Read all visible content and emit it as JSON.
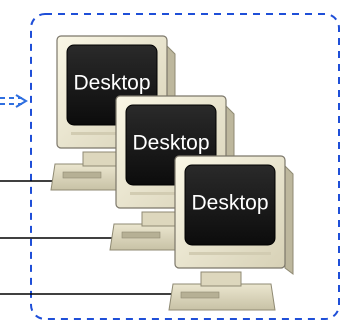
{
  "diagram": {
    "computers": [
      {
        "label": "Desktop"
      },
      {
        "label": "Desktop"
      },
      {
        "label": "Desktop"
      }
    ],
    "colors": {
      "group_border": "#1f4fd8",
      "arrow": "#2f6fe0",
      "monitor_casing": "#f1edd8",
      "monitor_shadow": "#b9b39a",
      "screen": "#1a1a1a",
      "screen_text": "#ffffff",
      "connection_line": "#000000"
    }
  }
}
